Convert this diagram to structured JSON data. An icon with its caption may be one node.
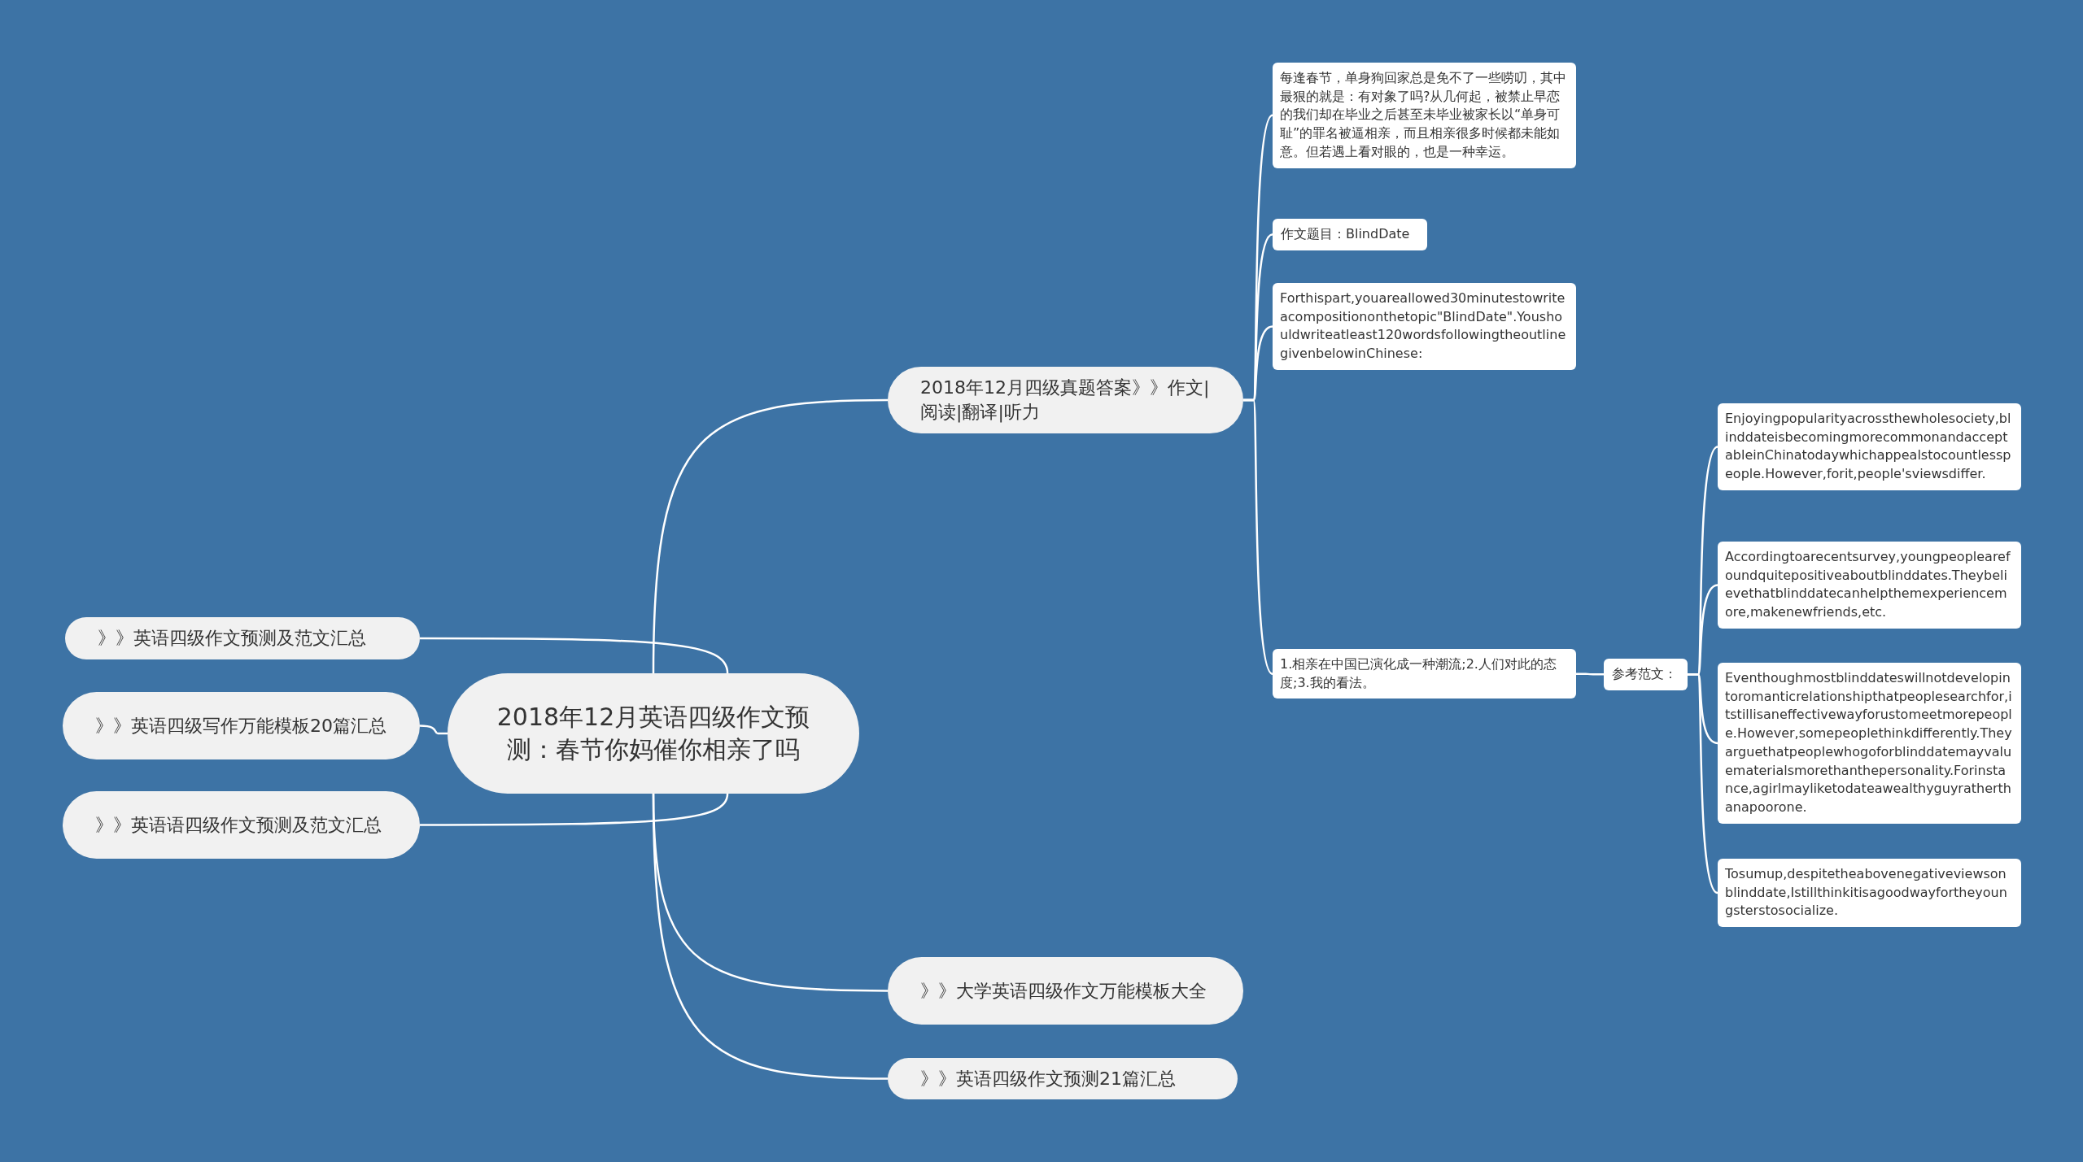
{
  "diagram": {
    "nodes": [
      {
        "text": [
          "2018年12月英语四级作文预测：春节你妈催你相亲了吗"
        ]
      },
      {
        "text": [
          "2018年12月四级真题答案》》作文|阅读|翻译|听力"
        ]
      },
      {
        "text": [
          "每逢春节，单身狗回家总是免不了一些唠叨，其中最狠的就是：有对象了吗?从几何起，被禁止早恋的我们却在毕业之后甚至未毕业被家长以“单身可耻”的罪名被逼相亲，而且相亲很多时候都未能如意。但若遇上看对眼的，也是一种幸运。"
        ]
      },
      {
        "text": [
          "作文题目：BlindDate"
        ]
      },
      {
        "text": [
          "Forthispart,youareallowed30minutestowriteacompositiononthetopic\"BlindDate\".Youshouldwriteatleast120wordsfollowingtheoutlinegivenbelowinChinese:"
        ]
      },
      {
        "text": [
          "1.相亲在中国已演化成一种潮流;2.人们对此的态度;3.我的看法。"
        ]
      },
      {
        "text": [
          "参考范文："
        ]
      },
      {
        "text": [
          "Enjoyingpopularityacrossthewholesociety,blinddateisbecomingmorecommonandacceptableinChinatodaywhichappealstocountlesspeople.However,forit,people'sviewsdiffer."
        ]
      },
      {
        "text": [
          "Accordingtoarecentsurvey,youngpeoplearefoundquitepositiveaboutblinddates.Theybelievethatblinddatecanhelpthemexperiencemore,makenewfriends,etc."
        ]
      },
      {
        "text": [
          "Eventhoughmostblinddateswillnotdevelopintoromanticrelationshipthatpeoplesearchfor,itstillisaneffectivewayforustomeetmorepeople.However,somepeoplethinkdifferently.Theyarguethatpeoplewhogoforblinddatemayvaluematerialsmorethanthepersonality.Forinstance,agirlmayliketodateawealthyguyratherthanapoorone."
        ]
      },
      {
        "text": [
          "Tosumup,despitetheabovenegativeviewsonblinddate,Istillthinkitisagoodwayfortheyoungsterstosocialize."
        ]
      },
      {
        "text": [
          "》》大学英语四级作文万能模板大全"
        ]
      },
      {
        "text": [
          "》》英语四级作文预测21篇汇总"
        ]
      },
      {
        "text": [
          "》》英语四级作文预测及范文汇总"
        ]
      },
      {
        "text": [
          "》》英语四级写作万能模板20篇汇总"
        ]
      },
      {
        "text": [
          "》》英语语四级作文预测及范文汇总"
        ]
      }
    ],
    "edges": [
      {
        "from": 0,
        "to": 1,
        "arrow": "none"
      },
      {
        "from": 1,
        "to": 2,
        "arrow": "none"
      },
      {
        "from": 1,
        "to": 3,
        "arrow": "none"
      },
      {
        "from": 1,
        "to": 4,
        "arrow": "none"
      },
      {
        "from": 1,
        "to": 5,
        "arrow": "none"
      },
      {
        "from": 5,
        "to": 6,
        "arrow": "none"
      },
      {
        "from": 6,
        "to": 7,
        "arrow": "none"
      },
      {
        "from": 6,
        "to": 8,
        "arrow": "none"
      },
      {
        "from": 6,
        "to": 9,
        "arrow": "none"
      },
      {
        "from": 6,
        "to": 10,
        "arrow": "none"
      },
      {
        "from": 0,
        "to": 11,
        "arrow": "none"
      },
      {
        "from": 0,
        "to": 12,
        "arrow": "none"
      },
      {
        "from": 0,
        "to": 13,
        "arrow": "none"
      },
      {
        "from": 0,
        "to": 14,
        "arrow": "none"
      },
      {
        "from": 0,
        "to": 15,
        "arrow": "none"
      }
    ]
  }
}
